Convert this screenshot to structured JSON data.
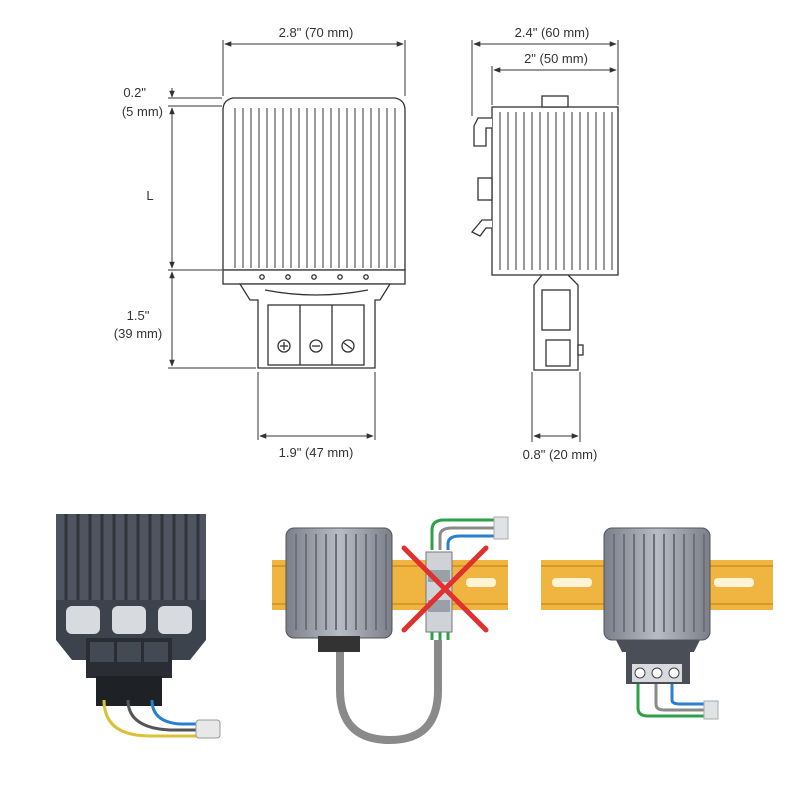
{
  "dimensions": {
    "top_width": "2.8\" (70 mm)",
    "side_depth": "2.4\" (60 mm)",
    "side_body": "2\" (50 mm)",
    "offset_in": "0.2\"",
    "offset_mm": "(5 mm)",
    "length": "L",
    "terminal_in": "1.5\"",
    "terminal_mm": "(39 mm)",
    "terminal_width": "1.9\" (47 mm)",
    "side_terminal_width": "0.8\" (20 mm)"
  },
  "colors": {
    "line": "#333333",
    "heater_body": "#8a8f99",
    "heater_dark": "#5f646e",
    "rail": "#f0b540",
    "cable": "#8a8a8a",
    "wire_green": "#2ea04a",
    "wire_blue": "#2a7fd0",
    "wire_yellow": "#d8c23a",
    "cross": "#e03030"
  },
  "illustrations": [
    "heater-underside-photo",
    "wrong-mounting-terminal-on-rail",
    "correct-mounting-on-rail"
  ]
}
